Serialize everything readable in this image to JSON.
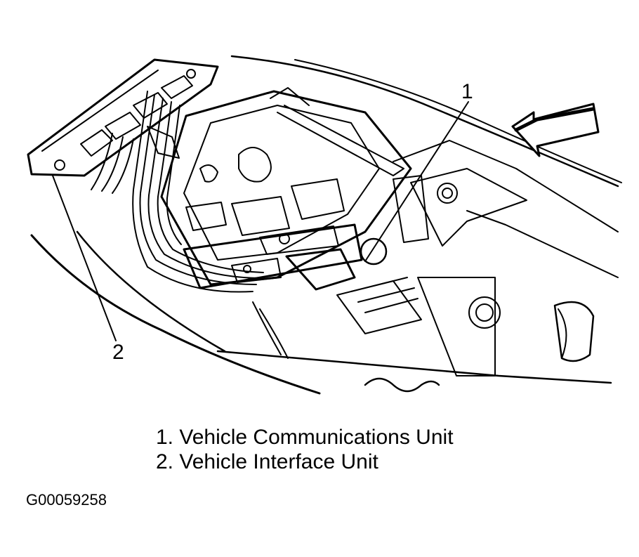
{
  "callouts": {
    "one": "1",
    "two": "2"
  },
  "legend": {
    "items": [
      "1. Vehicle Communications Unit",
      "2. Vehicle Interface Unit"
    ]
  },
  "figure_id": "G00059258",
  "colors": {
    "ink": "#000000",
    "paper": "#ffffff"
  }
}
